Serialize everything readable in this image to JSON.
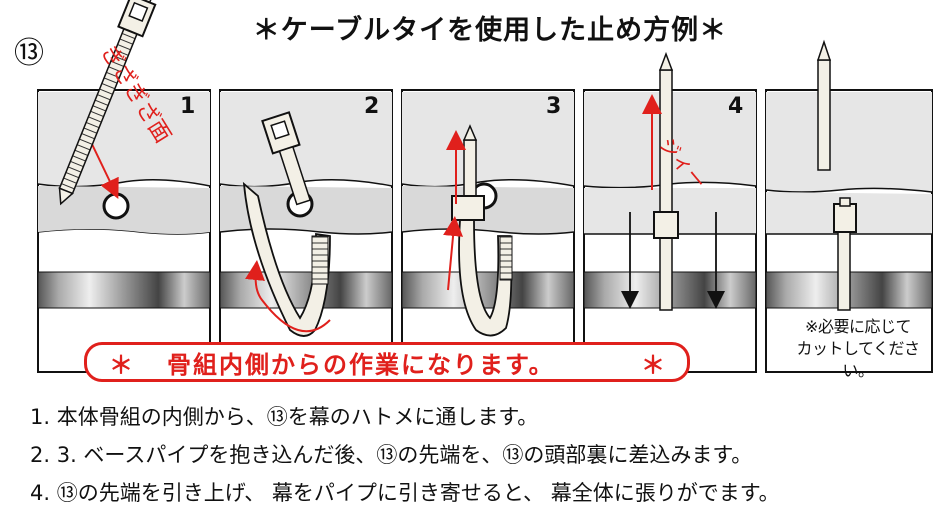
{
  "title": "＊ケーブルタイを使用した止め方例＊",
  "part_number": "⑬",
  "panels": [
    {
      "number": "1"
    },
    {
      "number": "2"
    },
    {
      "number": "3"
    },
    {
      "number": "4"
    }
  ],
  "labels": {
    "serrated_side": "ぎざぎざ面",
    "zip": "ジィー"
  },
  "banner": {
    "star_left": "＊",
    "message": "骨組内側からの作業になります。",
    "star_right": "＊"
  },
  "note": {
    "line1": "※必要に応じて",
    "line2": "カットしてください。"
  },
  "instructions": [
    "1. 本体骨組の内側から、⑬を幕のハトメに通します。",
    "2. 3. ベースパイプを抱き込んだ後、⑬の先端を、⑬の頭部裏に差込みます。",
    "4. ⑬の先端を引き上げ、 幕をパイプに引き寄せると、 幕全体に張りがでます。"
  ],
  "colors": {
    "accent_red": "#e0201c",
    "curtain_gray": "#e6e6e6",
    "outline": "#111111"
  }
}
